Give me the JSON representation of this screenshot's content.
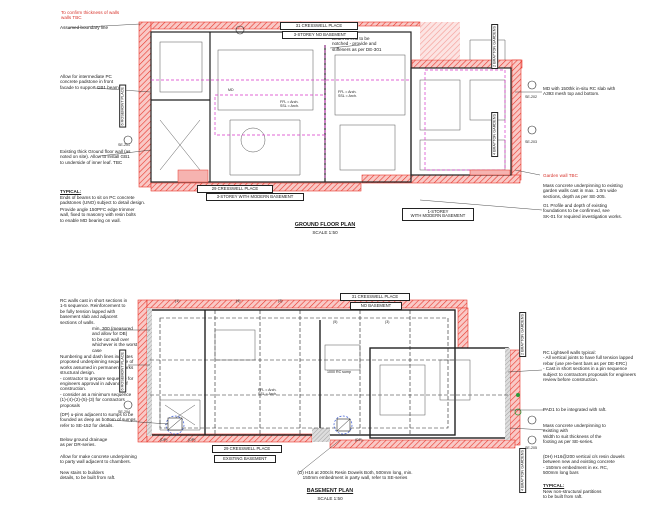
{
  "colors": {
    "hatch": "#e8362b",
    "line": "#222222",
    "dashed": "#d633c8",
    "fill": "#f6b3b0"
  },
  "ground_plan": {
    "title": "GROUND FLOOR PLAN",
    "scale": "SCALE 1:50",
    "notes": {
      "boundary_red": "To confirm thickness of walls\nwalls TBC",
      "boundary_line": "Assumed boundary line",
      "pc_padstone": "Allow for intermediate PC\nconcrete padstone in front\nfacade to support GB1 beam",
      "existing_wall": "Existing thick Ground floor wall (as\nnoted on site). Allow to install GB1\nto underside of inner leaf. TBC",
      "typical_head": "TYPICAL:",
      "typical_body": "Ends of beams to sit on PC concrete\npadstones (UNO) subject to detail design.",
      "precast_lintel": "Provide angle 150PFC edge trimmer\nwall, fixed to masonry with resin bolts\nto enable MD bearing on wall.",
      "beam_notched": "Beam at end to be\nnotched - provide and\nstiffeners as per DE-301",
      "rc_slab": "MD with 150thk in-situ RC slab with\nA393 mesh top and bottom.",
      "garden_tbc": "Garden wall TBC",
      "mass_concrete": "Mass concrete underpinning to existing\ngarden walls cast in max. 1.0m wide\nsections, depth as per SE-205.",
      "profile_depth": "Gt. Profile and depth of existing\nfoundations to be confirmed, see\nSK-01 for required investigation works."
    },
    "tags": {
      "cresswell_top": "31 CRESSWELL PLACE",
      "storey_top": "3-STOREY NO BASEMENT",
      "cresswell_bottom": "29 CRESSWELL PLACE",
      "storey_bottom": "3-STOREY WITH MODERN BASEMENT",
      "storey_right": "1-STOREY\nWITH MODERN BASEMENT",
      "ffl_left": "FFL = Arch.\nSSL = Arch.",
      "ffl_right": "FFL = Arch.\nSSL = Arch.",
      "beam_label": "MD"
    },
    "side_labels": {
      "left": "6 ROSEMONT PLACE",
      "right_a": "2 BRAYTON GARDENS",
      "right_b": "4 BRAYTON GARDENS"
    }
  },
  "basement_plan": {
    "title": "BASEMENT PLAN",
    "scale": "SCALE 1:50",
    "notes": {
      "rc_wall_cast": "RC walls cast in short sections in\n1-5 sequence. Reinforcement to\nbe fully tension lapped with\nbasement slab and adjacent\nsections of walls.",
      "min_dims": "min. 300 (measured\nand allow for DB)\nto be cut wall over\nwhichever is the worst case",
      "numbering": "Numbering and dash lines indicates\nproposed underpinning sequence of\nworks assumed in permanent works\nstructural design.\n- contractor to prepare sequence for\nengineers approval in advance of\nconstruction.\n- consider as a minimum sequence\n(1)-(4)-(2)-(5)-(3) for contractors\nproposals",
      "dp_sumps": "(DP) u-pins adjacent to sumps to be\nfounded as deep as bottom of sumps,\nrefer to SE-152 for details.",
      "below_drainage": "Below ground drainage\nas per DR-series.",
      "make_concrete": "Allow for make concrete underpinning\nto party wall adjacent to chambers.",
      "new_stairs": "New stairs to builders\ndetails, to be built from raft.",
      "rc_lightwell": "RC Lightwell walls typical:\n- All vertical joints to have full tension lapped\nrebar (use pre-bent bars as per DE-ERC)\n- Cast in short sections in a pin sequence\nsubject to contractors proposals for engineers\nreview before construction.",
      "pad1": "PAD1 to be integrated with raft.",
      "mass_underpin": "Mass concrete underpinning to\nexisting with\nWidth to suit thickness of the\nfooting as per SE-series.",
      "h16": "(DH) H16@200 vertical c/s resin dowels\nbetween new and existing concrete\n- 150mm embedment in ex. RC,\n500mm long bars",
      "typical_head": "TYPICAL:",
      "typical_body": "New non-structural partitions\nto be built from raft.",
      "bottom_note": "(D) H16 at 200c/s Resin Dowels Both, 500mm long, min.\n150mm embedment in party wall, refer to SE-series"
    },
    "tags": {
      "cresswell_top": "31 CRESSWELL PLACE",
      "basement_top": "NO BASEMENT",
      "cresswell_bottom": "29 CRESSWELL PLACE",
      "basement_bottom": "EXISTING BASEMENT",
      "ffl": "FFL = Arch.\nSSL = Arch.",
      "sump": "1000 RC sump",
      "dp1": "(DP)",
      "dp2": "(DP)",
      "dp3": "(DP)"
    },
    "side_labels": {
      "left": "6 ROSEMONT PLACE",
      "right_a": "2 BRAYTON GARDENS",
      "right_b": "4 BRAYTON GARDENS"
    },
    "sequence_numbers": [
      "(1)",
      "(4)",
      "(2)",
      "(5)",
      "(3)"
    ],
    "section_marks": [
      "SE-201",
      "SE-202",
      "SE-203",
      "SE-204",
      "SE-205"
    ]
  }
}
